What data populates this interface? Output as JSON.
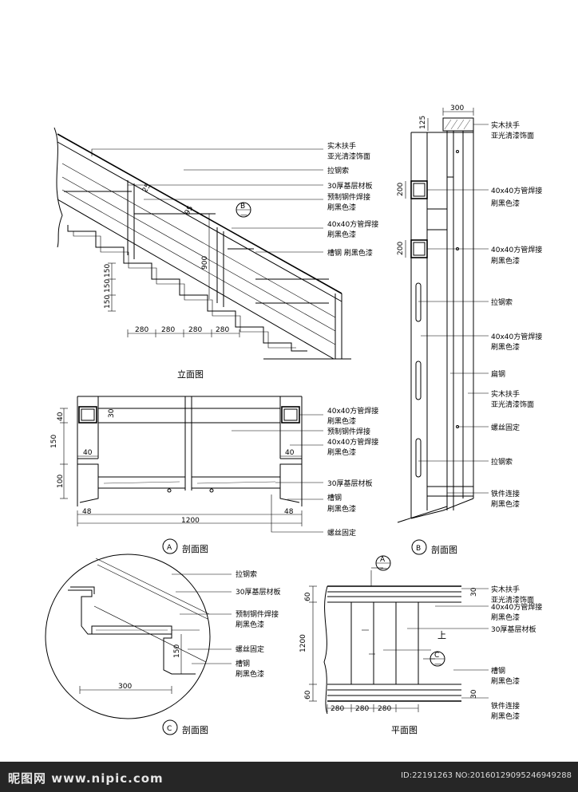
{
  "elevation": {
    "title": "立面图",
    "labels": {
      "handrail_1": "实木扶手",
      "handrail_2": "亚光清漆饰面",
      "cable": "拉钢索",
      "board": "30厚基层材板",
      "preweld_1": "预制钢件焊接",
      "preweld_2": "刷黑色漆",
      "tube_1": "40x40方管焊接",
      "tube_2": "刷黑色漆",
      "channel": "槽钢 刷黑色漆"
    },
    "dims": {
      "riser1": "150",
      "riser2": "150",
      "riser3": "150",
      "tread1": "280",
      "tread2": "280",
      "tread3": "280",
      "tread4": "280",
      "height": "900",
      "d95": "95",
      "d25": "25"
    },
    "marker_b_top": "B",
    "marker_b_bottom": "—"
  },
  "section_b": {
    "title": "剖面图",
    "marker": "B",
    "dims": {
      "width": "300",
      "top": "125",
      "tube1": "200",
      "tube2": "200"
    },
    "labels": {
      "handrail_1": "实木扶手",
      "handrail_2": "亚光清漆饰面",
      "tube_a1": "40x40方管焊接",
      "tube_a2": "刷黑色漆",
      "tube_b1": "40x40方管焊接",
      "tube_b2": "刷黑色漆",
      "cable_1": "拉钢索",
      "tube_c1": "40x40方管焊接",
      "tube_c2": "刷黑色漆",
      "flat_steel": "扁钢",
      "handrail_b1": "实木扶手",
      "handrail_b2": "亚光清漆饰面",
      "screw": "螺丝固定",
      "cable_2": "拉钢索",
      "iron_1": "铁件连接",
      "iron_2": "刷黑色漆"
    }
  },
  "section_a": {
    "title": "剖面图",
    "marker": "A",
    "dims": {
      "d40a": "40",
      "d30": "30",
      "d150": "150",
      "d40b": "40",
      "d40c": "40",
      "d100": "100",
      "d48a": "48",
      "d48b": "48",
      "d1200": "1200"
    },
    "labels": {
      "tube_1": "40x40方管焊接",
      "tube_2": "刷黑色漆",
      "preweld": "预制钢件焊接",
      "tube_b1": "40x40方管焊接",
      "tube_b2": "刷黑色漆",
      "board": "30厚基层材板",
      "channel_1": "槽钢",
      "channel_2": "刷黑色漆",
      "screw": "螺丝固定"
    }
  },
  "section_c": {
    "title": "剖面图",
    "marker": "C",
    "dims": {
      "d300": "300",
      "d150": "150"
    },
    "labels": {
      "cable": "拉钢索",
      "board": "30厚基层材板",
      "preweld_1": "预制钢件焊接",
      "preweld_2": "刷黑色漆",
      "screw": "螺丝固定",
      "channel_1": "槽钢",
      "channel_2": "刷黑色漆"
    }
  },
  "plan": {
    "title": "平面图",
    "marker_a_top": "A",
    "marker_a_bottom": "—",
    "marker_c_top": "C",
    "marker_c_bottom": "—",
    "up": "上",
    "dims": {
      "d60a": "60",
      "d1200": "1200",
      "d60b": "60",
      "d30a": "30",
      "d30b": "30",
      "t1": "280",
      "t2": "280",
      "t3": "280"
    },
    "labels": {
      "handrail_1": "实木扶手",
      "handrail_2": "亚光清漆饰面",
      "tube_1": "40x40方管焊接",
      "tube_2": "刷黑色漆",
      "board": "30厚基层材板",
      "channel_1": "槽钢",
      "channel_2": "刷黑色漆",
      "iron_1": "铁件连接",
      "iron_2": "刷黑色漆"
    }
  },
  "footer": {
    "logo": "昵图网 www.nipic.com",
    "ids": "ID:22191263 NO:20160129095246949288"
  }
}
